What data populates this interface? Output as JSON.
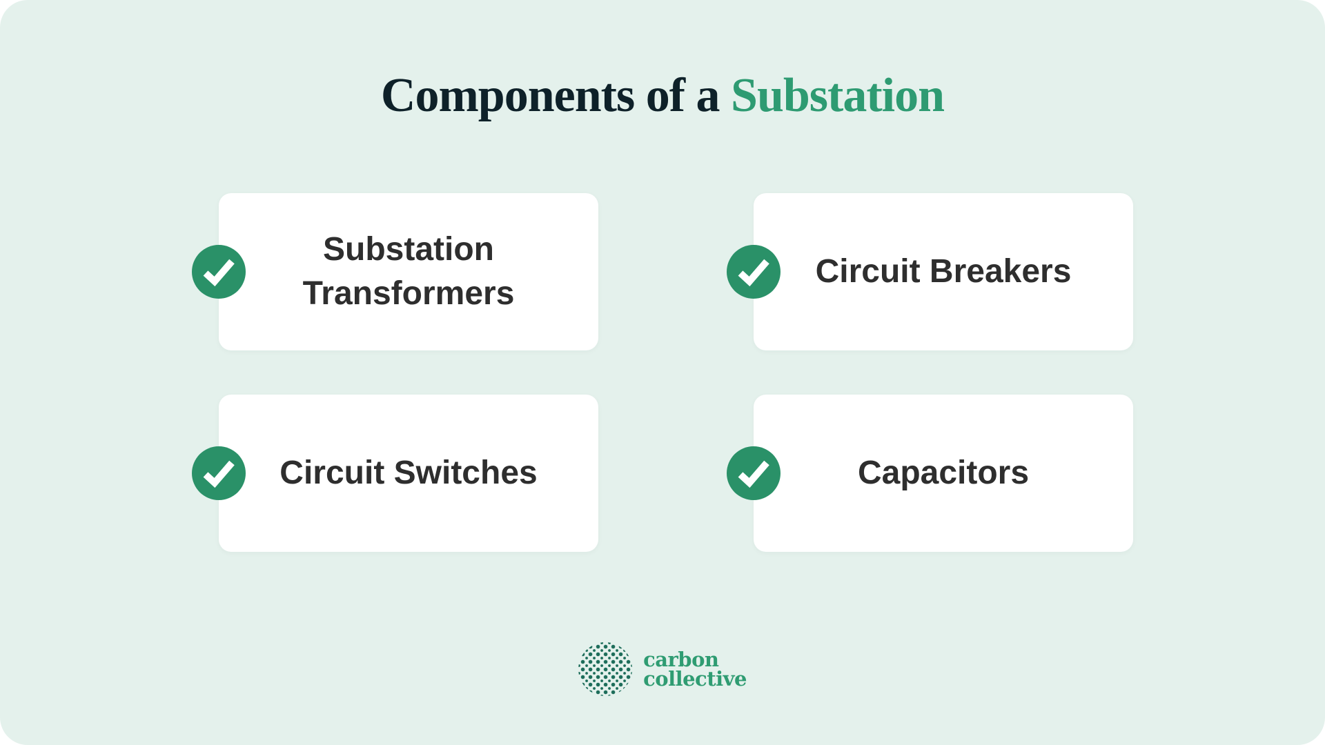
{
  "title": {
    "prefix": "Components of a ",
    "highlight": "Substation"
  },
  "cards": [
    {
      "label": "Substation Transformers"
    },
    {
      "label": "Circuit Breakers"
    },
    {
      "label": "Circuit Switches"
    },
    {
      "label": "Capacitors"
    }
  ],
  "logo": {
    "line1": "carbon",
    "line2": "collective"
  },
  "icons": {
    "card_bullet": "checkmark-icon",
    "logo_mark": "halftone-globe-icon"
  },
  "colors": {
    "page_background": "#ffffff",
    "panel_background": "#e4f1ec",
    "card_background": "#ffffff",
    "accent_green": "#2a9168",
    "title_dark": "#0e2129",
    "title_green": "#2e9b72",
    "card_text": "#2e2e2e",
    "logo_dots": "#1d6d5a",
    "logo_text": "#2f9c72"
  }
}
